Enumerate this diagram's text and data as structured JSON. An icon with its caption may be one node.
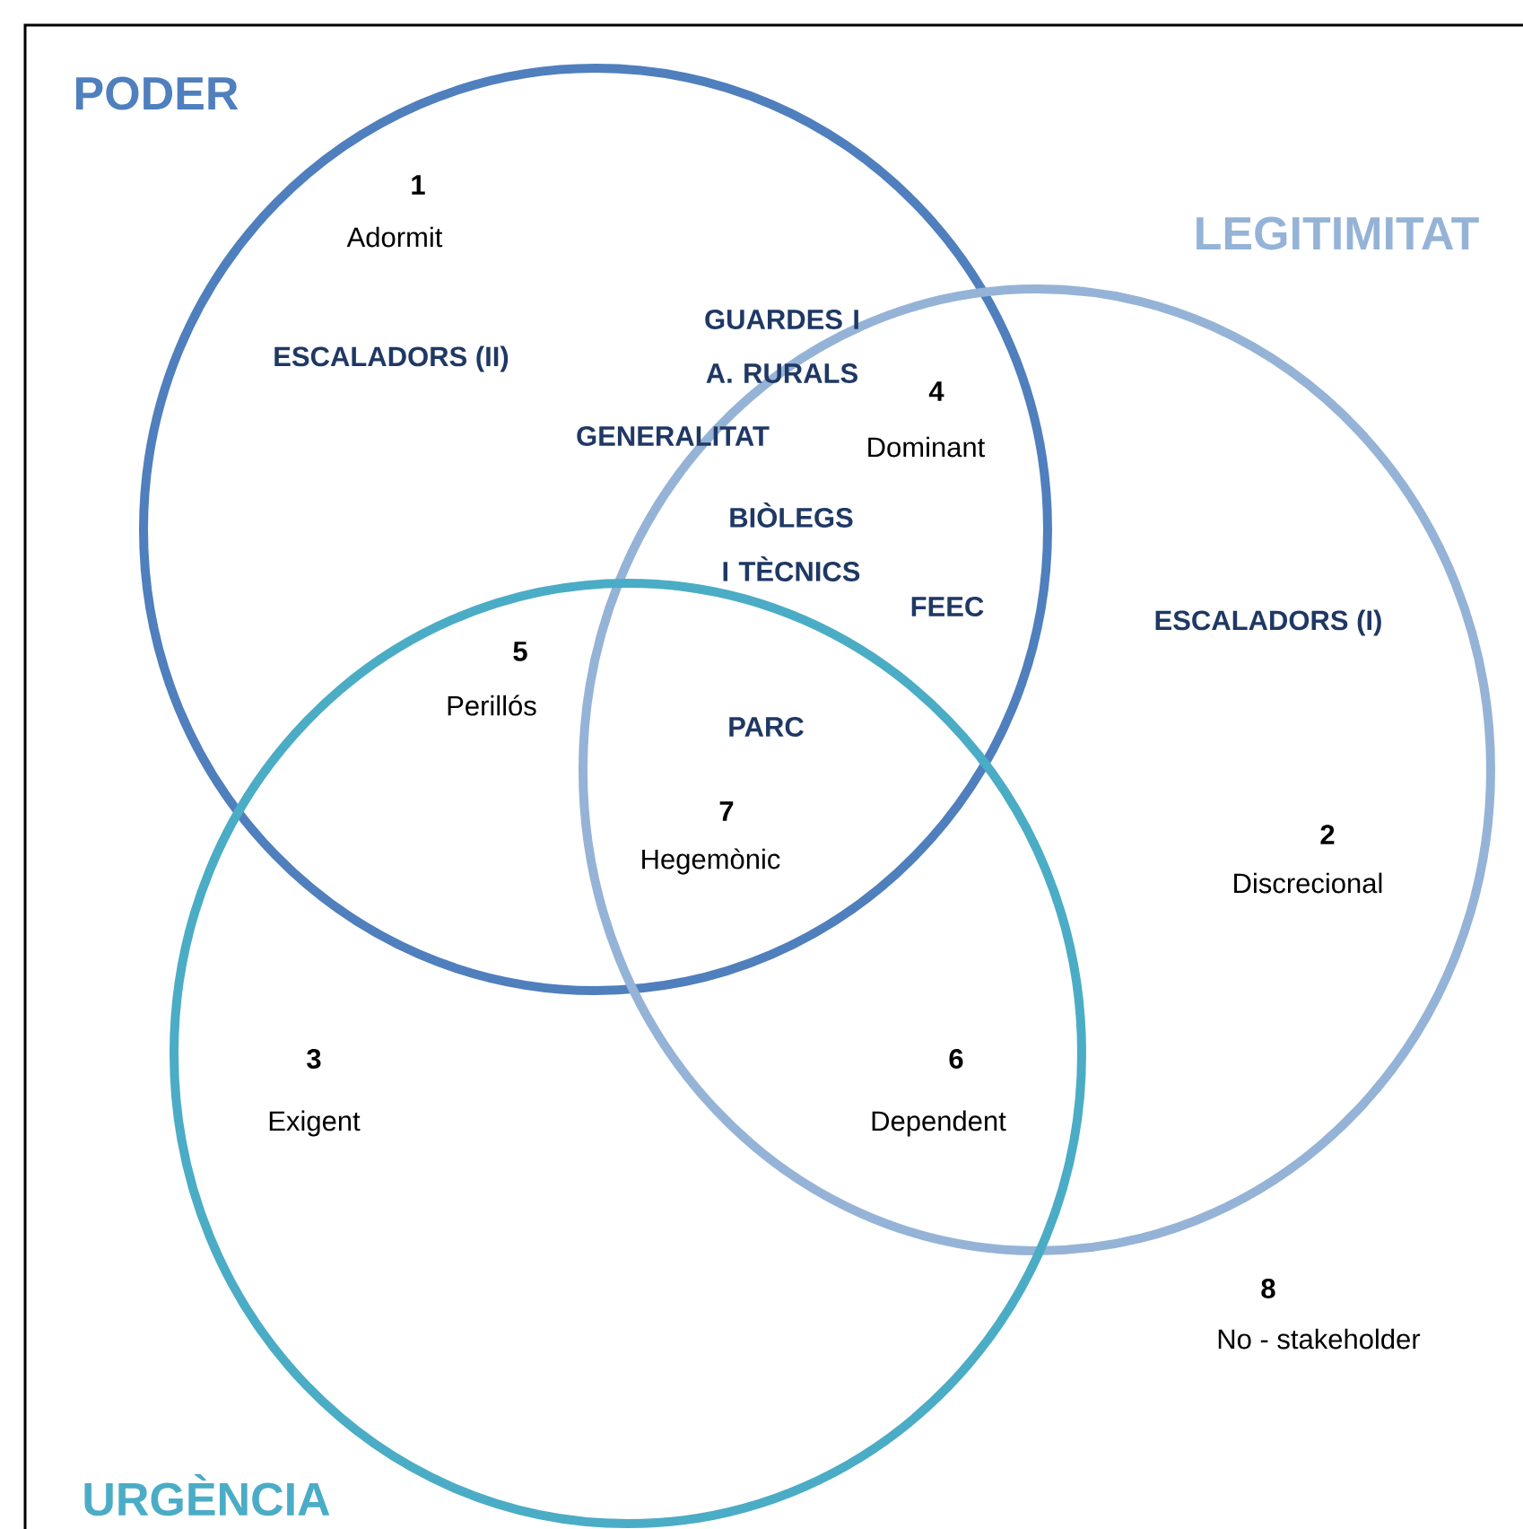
{
  "diagram": {
    "nodes": [
      {
        "text": [
          "PODER"
        ]
      },
      {
        "text": [
          "LEGITIMITAT"
        ]
      },
      {
        "text": [
          "URGÈNCIA"
        ]
      }
    ],
    "labels": [
      "1",
      "Adormit",
      "ESCALADORS (II)",
      "GUARDES I A. RURALS",
      "4",
      "GENERALITAT",
      "Dominant",
      "BIÒLEGS I TÈCNICS",
      "FEEC",
      "ESCALADORS (I)",
      "5",
      "Perillós",
      "PARC",
      "7",
      "Hegemònic",
      "2",
      "Discrecional",
      "3",
      "6",
      "Exigent",
      "Dependent",
      "8",
      "No - stakeholder"
    ]
  }
}
